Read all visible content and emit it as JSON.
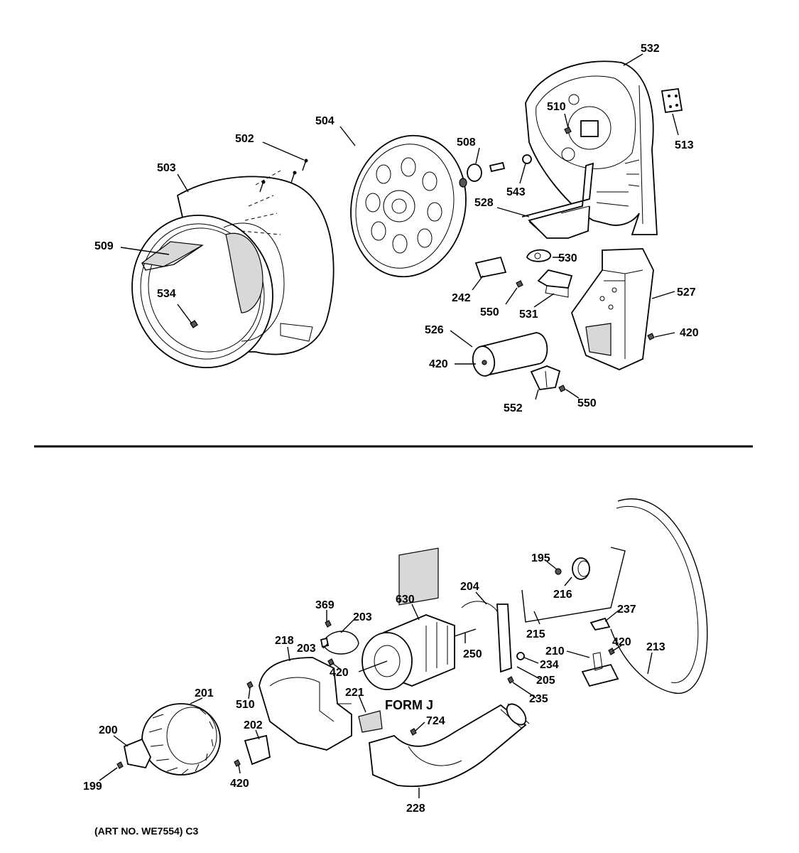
{
  "diagram": {
    "top_labels": [
      "532",
      "513",
      "510",
      "504",
      "502",
      "508",
      "543",
      "503",
      "528",
      "509",
      "530",
      "242",
      "527",
      "534",
      "550",
      "531",
      "420",
      "526",
      "420",
      "552",
      "550"
    ],
    "bottom_labels": [
      "195",
      "216",
      "204",
      "630",
      "237",
      "369",
      "203",
      "215",
      "420",
      "210",
      "213",
      "218",
      "203",
      "250",
      "234",
      "420",
      "205",
      "510",
      "235",
      "201",
      "221",
      "200",
      "202",
      "724",
      "199",
      "420",
      "228"
    ],
    "form_label": "FORM J",
    "art_number": "(ART NO. WE7554) C3"
  }
}
